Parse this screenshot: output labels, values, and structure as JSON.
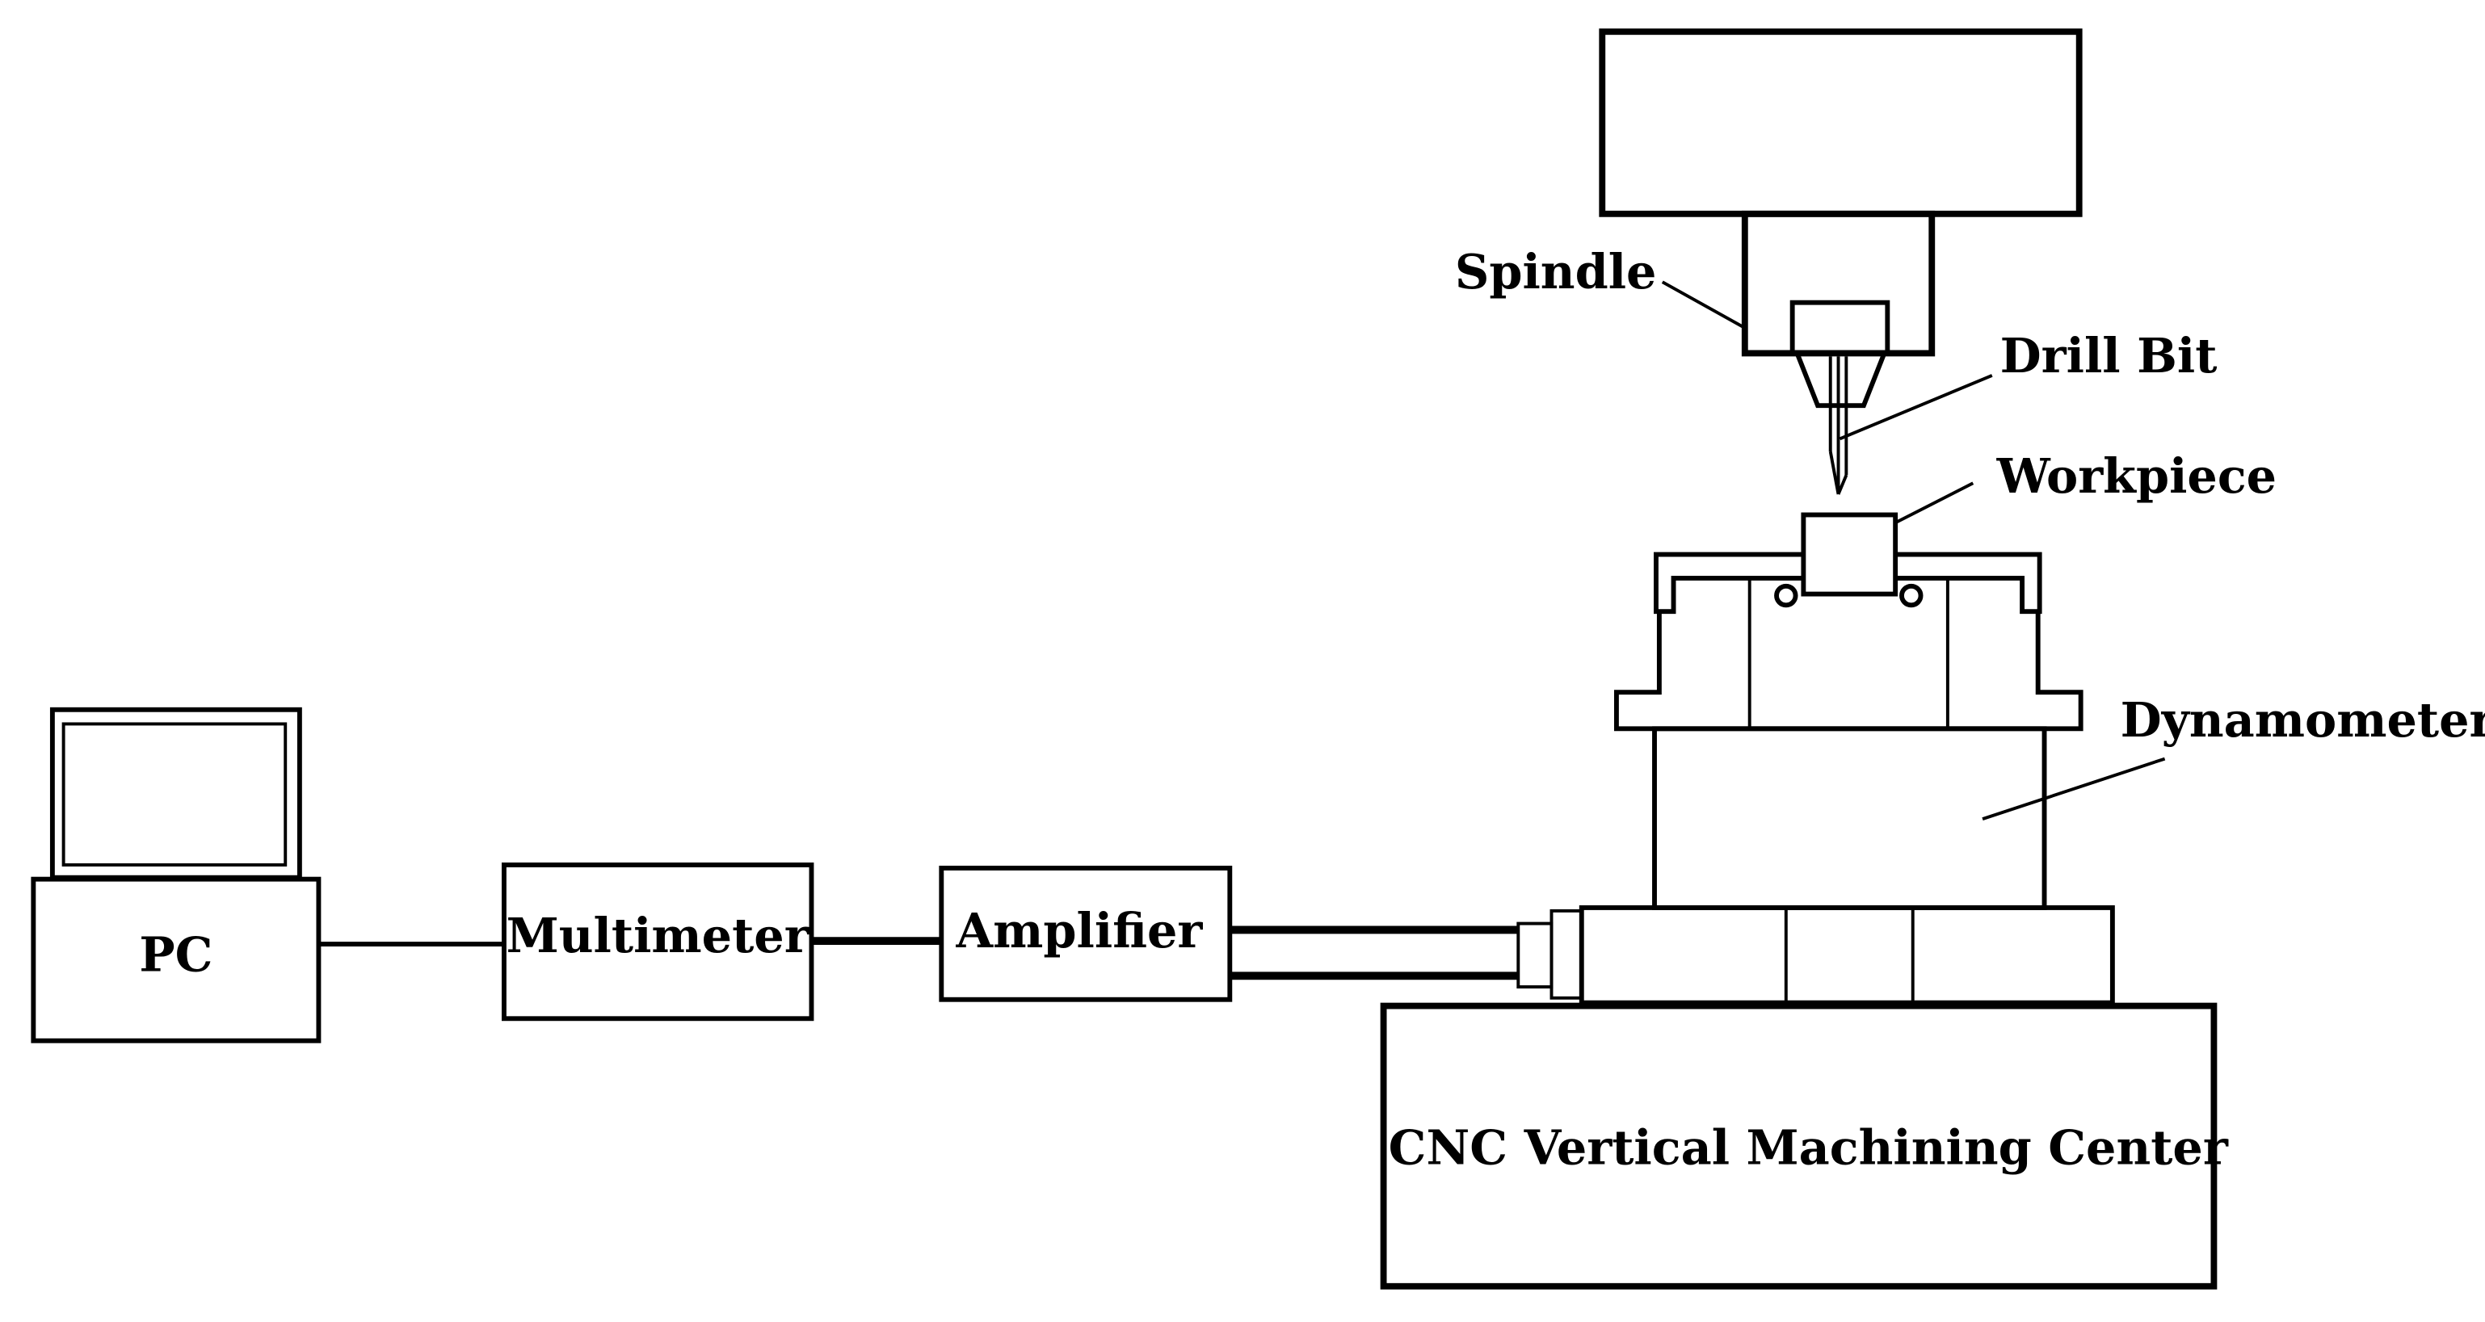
{
  "diagram": {
    "stroke_color": "#000000",
    "background_color": "#ffffff",
    "labels": {
      "spindle": "Spindle",
      "drill_bit": "Drill Bit",
      "workpiece": "Workpiece",
      "dynamometer": "Dynamometer",
      "pc": "PC",
      "multimeter": "Multimeter",
      "amplifier": "Amplifier",
      "machine": "CNC Vertical Machining Center"
    }
  }
}
